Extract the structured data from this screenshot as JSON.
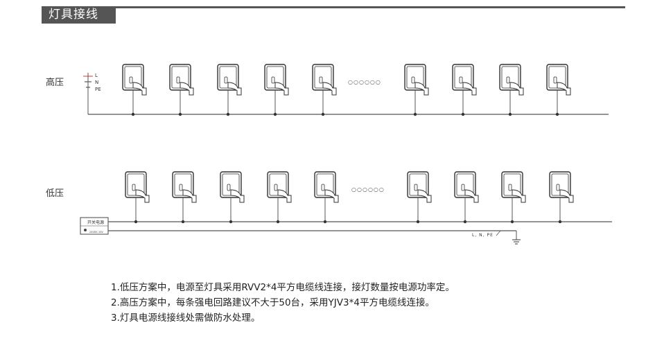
{
  "section_title": "灯具接线",
  "rows": [
    {
      "label": "高压",
      "terminal_labels": [
        "L",
        "N",
        "PE"
      ]
    },
    {
      "label": "低压",
      "box_label_top": "开关电源",
      "box_label_bottom": "24VDC 24V",
      "bus_label": "L, N, PE"
    }
  ],
  "ellipsis_marker": "○○○○○○",
  "notes": [
    "1.低压方案中，电源至灯具采用RVV2*4平方电缆线连接，接灯数量按电源功率定。",
    "2.高压方案中，每条强电回路建议不大于50台，采用YJV3*4平方电缆线连接。",
    "3.灯具电源线接线处需做防水处理。"
  ],
  "colors": {
    "header": "#555555",
    "line": "#555555",
    "fixture_fill": "#f6f6f6"
  }
}
